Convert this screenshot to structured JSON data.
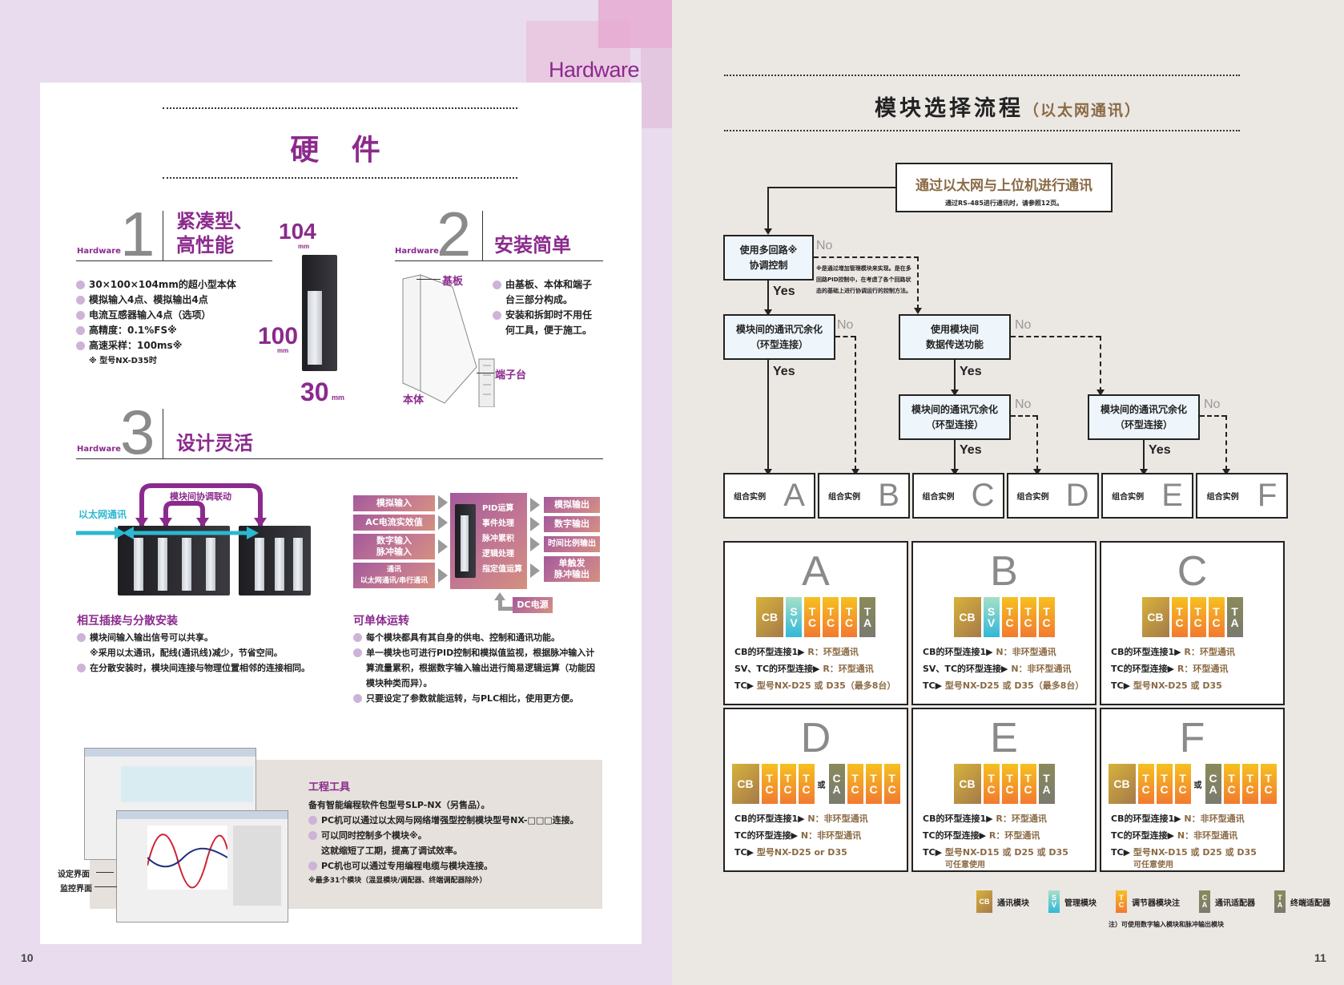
{
  "left_page": {
    "section_tag": "Hardware",
    "title": "硬 件",
    "page_number": "10",
    "features": [
      {
        "label": "Hardware",
        "number": "1",
        "heading_lines": [
          "紧凑型、",
          "高性能"
        ],
        "bullets": [
          "30×100×104mm的超小型本体",
          "模拟输入4点、模拟输出4点",
          "电流互感器输入4点（选项）",
          "高精度：0.1%FS※",
          "高速采样：100ms※"
        ],
        "note": "※ 型号NX-D35时",
        "dimensions": {
          "depth": "104",
          "height": "100",
          "width": "30",
          "unit": "mm"
        }
      },
      {
        "label": "Hardware",
        "number": "2",
        "heading": "安装简单",
        "callouts": {
          "base": "基板",
          "body": "本体",
          "terminal": "端子台"
        },
        "bullets": [
          "由基板、本体和端子台三部分构成。",
          "安装和拆卸时不用任何工具，便于施工。"
        ]
      },
      {
        "label": "Hardware",
        "number": "3",
        "heading": "设计灵活"
      }
    ],
    "interlock_diagram": {
      "ethernet_label": "以太网通讯",
      "link_label": "模块间协调联动"
    },
    "function_diagram": {
      "inputs": [
        "模拟输入",
        "AC电流实效值",
        "数字输入\n脉冲输入",
        "通讯\n以太网通讯/串行通讯"
      ],
      "functions": [
        "PID运算",
        "事件处理",
        "脉冲累积",
        "逻辑处理",
        "指定值运算"
      ],
      "outputs": [
        "模拟输出",
        "数字输出",
        "时间比例输出",
        "单触发\n脉冲输出"
      ],
      "power": "DC电源"
    },
    "distributed": {
      "heading": "相互插接与分散安装",
      "bullets": [
        "模块间输入输出信号可以共享。",
        "在分散安装时，模块间连接与物理位置相邻的连接相同。"
      ],
      "sub_line": "※采用以太通讯，配线(通讯线)减少，节省空间。"
    },
    "standalone": {
      "heading": "可单体运转",
      "bullets": [
        "每个模块都具有其自身的供电、控制和通讯功能。",
        "单一模块也可进行PID控制和模拟值监视，根据脉冲输入计算流量累积，根据数字输入输出进行简易逻辑运算（功能因模块种类而异）。",
        "只要设定了参数就能运转，与PLC相比，使用更方便。"
      ]
    },
    "engineering_tool": {
      "heading": "工程工具",
      "intro": "备有智能编程软件包型号SLP-NX（另售品）。",
      "bullets": [
        "PC机可以通过以太网与网络增强型控制模块型号NX-□□□连接。",
        "可以同时控制多个模块※。",
        "PC机也可以通过专用编程电缆与模块连接。"
      ],
      "sub_line": "这就缩短了工期，提高了调试效率。",
      "note": "※最多31个模块（温显模块/调配器、终端调配器除外）",
      "screen_labels": [
        "设定界面",
        "监控界面"
      ]
    }
  },
  "right_page": {
    "title": "模块选择流程",
    "title_sub": "（以太网通讯）",
    "page_number": "11",
    "flow": {
      "start": {
        "text": "通过以太网与上位机进行通讯",
        "note": "通过RS-485进行通讯时，请参照12页。"
      },
      "q1": "使用多回路※\n协调控制",
      "q1_note": "※是通过增加管理模块来实现。是在多回路PID控制中，在考虑了各个回路状态的基础上进行协调运行的控制方法。",
      "q2": "模块间的通讯冗余化\n（环型连接）",
      "q3": "使用模块间\n数据传送功能",
      "q4": "模块间的通讯冗余化\n（环型连接）",
      "q5": "模块间的通讯冗余化\n（环型连接）",
      "yes": "Yes",
      "no": "No",
      "results": [
        {
          "label": "组合实例",
          "letter": "A"
        },
        {
          "label": "组合实例",
          "letter": "B"
        },
        {
          "label": "组合实例",
          "letter": "C"
        },
        {
          "label": "组合实例",
          "letter": "D"
        },
        {
          "label": "组合实例",
          "letter": "E"
        },
        {
          "label": "组合实例",
          "letter": "F"
        }
      ]
    },
    "cases": [
      {
        "letter": "A",
        "blocks": [
          [
            "CB",
            "SV",
            "TC",
            "TC",
            "TC",
            "TA"
          ]
        ],
        "lines": [
          [
            "CB的环型连接1▶ ",
            "R：环型通讯"
          ],
          [
            "SV、TC的环型连接▶ ",
            "R：环型通讯"
          ],
          [
            "TC▶ ",
            "型号NX-D25 或 D35（最多8台）"
          ]
        ]
      },
      {
        "letter": "B",
        "blocks": [
          [
            "CB",
            "SV",
            "TC",
            "TC",
            "TC"
          ]
        ],
        "lines": [
          [
            "CB的环型连接1▶ ",
            "N：非环型通讯"
          ],
          [
            "SV、TC的环型连接▶ ",
            "N：非环型通讯"
          ],
          [
            "TC▶ ",
            "型号NX-D25 或 D35（最多8台）"
          ]
        ]
      },
      {
        "letter": "C",
        "blocks": [
          [
            "CB",
            "TC",
            "TC",
            "TC",
            "TA"
          ]
        ],
        "lines": [
          [
            "CB的环型连接1▶ ",
            "R：环型通讯"
          ],
          [
            "TC的环型连接▶ ",
            "R：环型通讯"
          ],
          [
            "TC▶ ",
            "型号NX-D25 或 D35"
          ]
        ]
      },
      {
        "letter": "D",
        "blocks": [
          [
            "CB",
            "TC",
            "TC",
            "TC"
          ],
          [
            "CA",
            "TC",
            "TC",
            "TC"
          ]
        ],
        "lines": [
          [
            "CB的环型连接1▶ ",
            "N：非环型通讯"
          ],
          [
            "TC的环型连接▶ ",
            "N：非环型通讯"
          ],
          [
            "TC▶ ",
            "型号NX-D25 or D35"
          ]
        ]
      },
      {
        "letter": "E",
        "blocks": [
          [
            "CB",
            "TC",
            "TC",
            "TC",
            "TA"
          ]
        ],
        "lines": [
          [
            "CB的环型连接1▶ ",
            "R：环型通讯"
          ],
          [
            "TC的环型连接▶ ",
            "R：环型通讯"
          ],
          [
            "TC▶ ",
            "型号NX-D15 或 D25 或 D35"
          ]
        ],
        "extra": "可任意使用"
      },
      {
        "letter": "F",
        "blocks": [
          [
            "CB",
            "TC",
            "TC",
            "TC"
          ],
          [
            "CA",
            "TC",
            "TC",
            "TC"
          ]
        ],
        "lines": [
          [
            "CB的环型连接1▶ ",
            "N：非环型通讯"
          ],
          [
            "TC的环型连接▶ ",
            "N：非环型通讯"
          ],
          [
            "TC▶ ",
            "型号NX-D15 或 D25 或 D35"
          ]
        ],
        "extra": "可任意使用"
      }
    ],
    "or_label": "或",
    "legend": [
      {
        "code": "CB",
        "label": "通讯模块"
      },
      {
        "code": "SV",
        "label": "管理模块"
      },
      {
        "code": "TC",
        "label": "调节器模块注"
      },
      {
        "code": "CA",
        "label": "通讯适配器"
      },
      {
        "code": "TA",
        "label": "终端适配器"
      }
    ],
    "legend_note": "注）可使用数字输入模块和脉冲输出模块"
  },
  "colors": {
    "brand_purple": "#8b2a8d",
    "page_left_bg": "#e8dcee",
    "page_right_bg": "#ebe7e3",
    "flow_box_bg": "#eef6fb",
    "value_brown": "#8a6a44",
    "ethernet_cyan": "#2bb8d0"
  }
}
